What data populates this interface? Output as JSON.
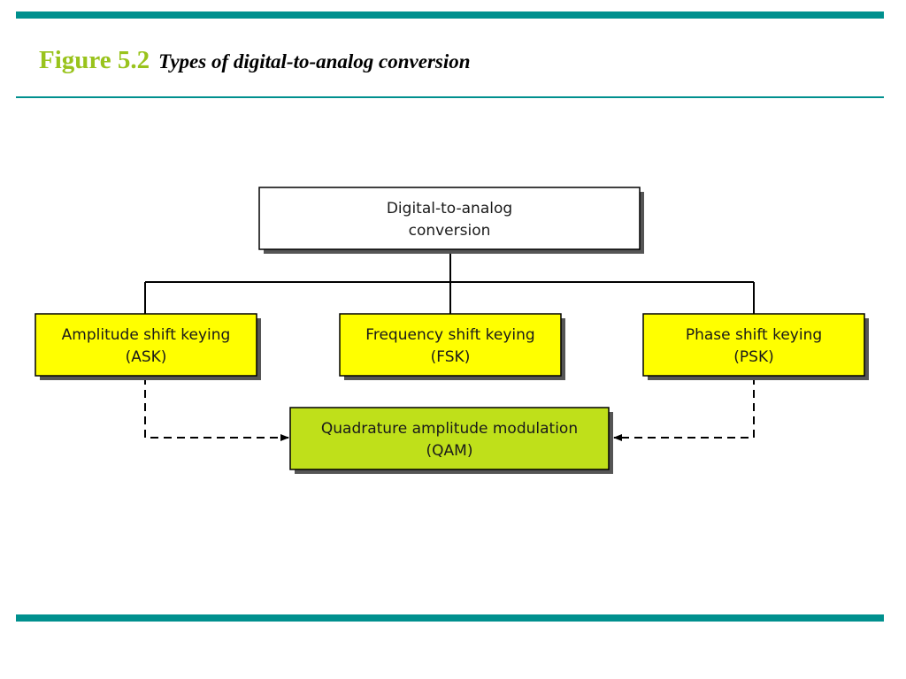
{
  "header": {
    "figure_label": "Figure 5.2",
    "caption": "Types of digital-to-analog conversion"
  },
  "colors": {
    "accent_bar": "#00908e",
    "figure_label": "#99c31c",
    "box_root": "#ffffff",
    "box_method": "#ffff00",
    "box_qam": "#bfe01a",
    "stroke": "#000000",
    "shadow": "#555555"
  },
  "diagram": {
    "root": {
      "line1": "Digital-to-analog",
      "line2": "conversion"
    },
    "methods": [
      {
        "line1": "Amplitude shift keying",
        "line2": "(ASK)"
      },
      {
        "line1": "Frequency shift keying",
        "line2": "(FSK)"
      },
      {
        "line1": "Phase shift keying",
        "line2": "(PSK)"
      }
    ],
    "combined": {
      "line1": "Quadrature amplitude modulation",
      "line2": "(QAM)"
    }
  }
}
